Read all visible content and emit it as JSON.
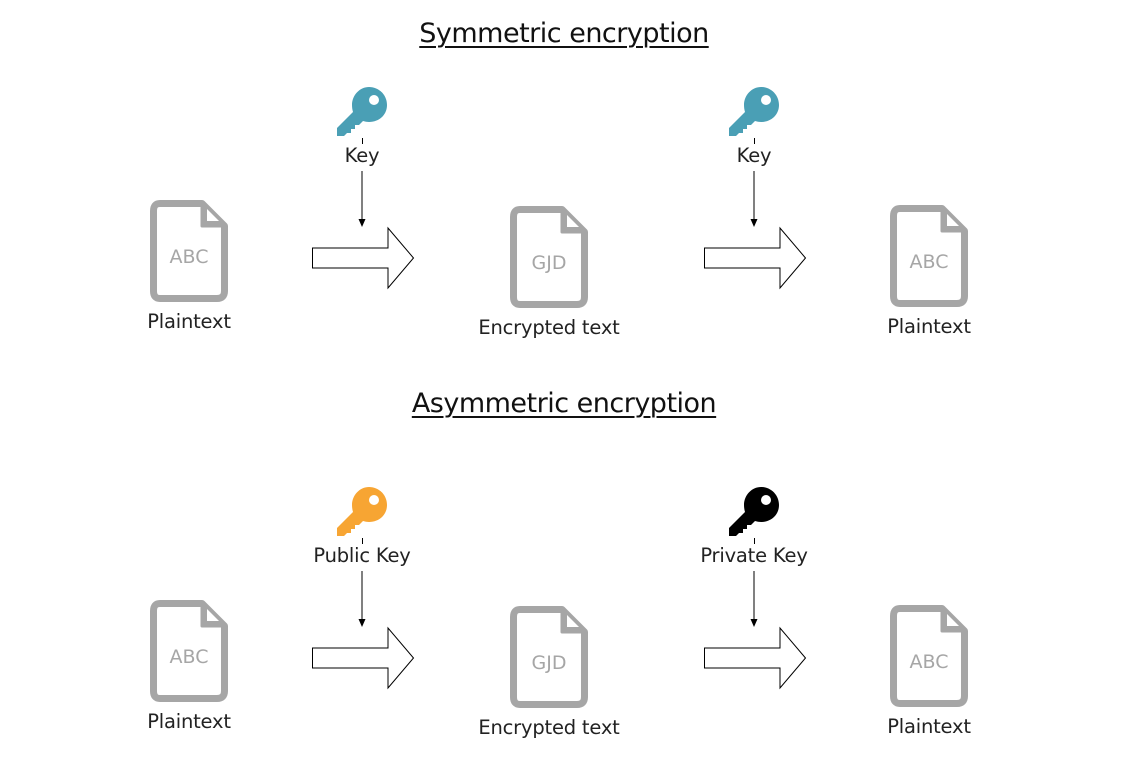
{
  "sections": [
    {
      "title": "Symmetric encryption",
      "source": {
        "label": "Plaintext",
        "doc_text": "ABC"
      },
      "encrypt_key": {
        "label": "Key",
        "color": "#4a9fb5",
        "icon": "key-icon"
      },
      "cipher": {
        "label": "Encrypted text",
        "doc_text": "GJD"
      },
      "decrypt_key": {
        "label": "Key",
        "color": "#4a9fb5",
        "icon": "key-icon"
      },
      "result": {
        "label": "Plaintext",
        "doc_text": "ABC"
      }
    },
    {
      "title": "Asymmetric encryption",
      "source": {
        "label": "Plaintext",
        "doc_text": "ABC"
      },
      "encrypt_key": {
        "label": "Public Key",
        "color": "#f7a533",
        "icon": "key-icon"
      },
      "cipher": {
        "label": "Encrypted text",
        "doc_text": "GJD"
      },
      "decrypt_key": {
        "label": "Private Key",
        "color": "#000000",
        "icon": "key-icon"
      },
      "result": {
        "label": "Plaintext",
        "doc_text": "ABC"
      }
    }
  ],
  "colors": {
    "document": "#a6a6a6",
    "document_text": "#a6a6a6",
    "arrow_stroke": "#000000"
  }
}
